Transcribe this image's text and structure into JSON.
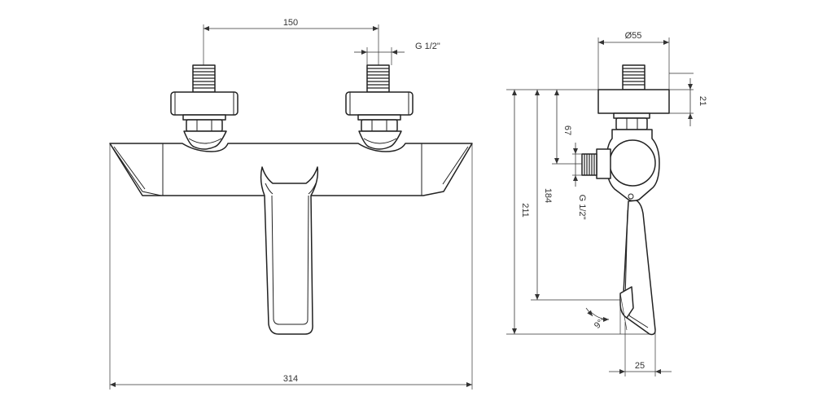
{
  "front_view": {
    "dim_inlet_spacing": "150",
    "dim_inlet_thread": "G 1/2\"",
    "dim_overall_width": "314"
  },
  "side_view": {
    "dim_diameter": "Ø55",
    "dim_cap_height": "21",
    "dim_outlet_offset": "67",
    "dim_spout_height": "184",
    "dim_total_height": "211",
    "dim_outlet_thread": "G 1/2\"",
    "dim_angle": "9°",
    "dim_spout_depth": "25"
  }
}
